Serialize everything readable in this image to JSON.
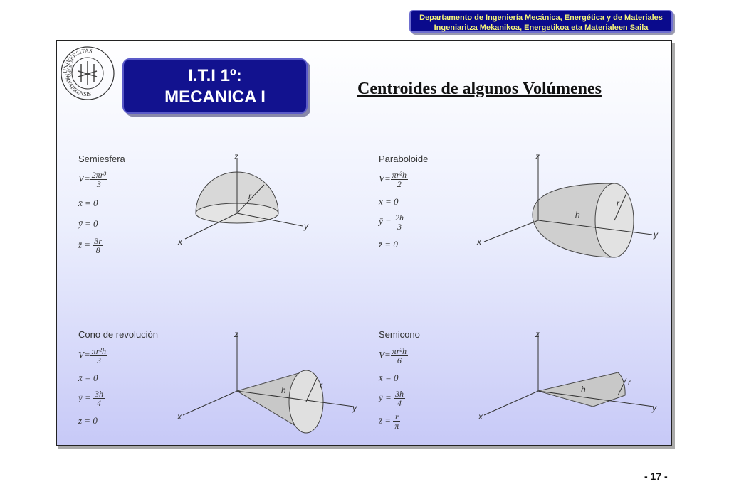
{
  "department": {
    "line1": "Departamento de Ingeniería Mecánica, Energética y de Materiales",
    "line2": "Ingeniaritza Mekanikoa, Energetikoa eta Materialeen Saila"
  },
  "seal": {
    "top_text": "UNIVERSITAS",
    "left_text": "PUBLICA",
    "bottom_text": "NAVARRENSIS"
  },
  "course": {
    "line1": "I.T.I 1º:",
    "line2": "MECANICA I"
  },
  "title": "Centroides de algunos Volúmenes",
  "shapes": [
    {
      "name": "Semiesfera",
      "v_num": "2πr³",
      "v_den": "3",
      "x": "x̄ = 0",
      "y": "ȳ = 0",
      "z_num": "3r",
      "z_den": "8"
    },
    {
      "name": "Paraboloide",
      "v_num": "πr²h",
      "v_den": "2",
      "x": "x̄ = 0",
      "y_num": "2h",
      "y_den": "3",
      "z": "z̄ = 0"
    },
    {
      "name": "Cono de revolución",
      "v_num": "πr²h",
      "v_den": "3",
      "x": "x̄ = 0",
      "y_num": "3h",
      "y_den": "4",
      "z": "z̄ = 0"
    },
    {
      "name": "Semicono",
      "v_num": "πr²h",
      "v_den": "6",
      "x": "x̄ = 0",
      "y_num": "3h",
      "y_den": "4",
      "z_num": "r",
      "z_den": "π"
    }
  ],
  "labels": {
    "v": "V=",
    "y_eq": "ȳ =",
    "z_eq": "z̄ =",
    "ax_x": "x",
    "ax_y": "y",
    "ax_z": "z",
    "r": "r",
    "h": "h"
  },
  "page_number": "- 17 -"
}
